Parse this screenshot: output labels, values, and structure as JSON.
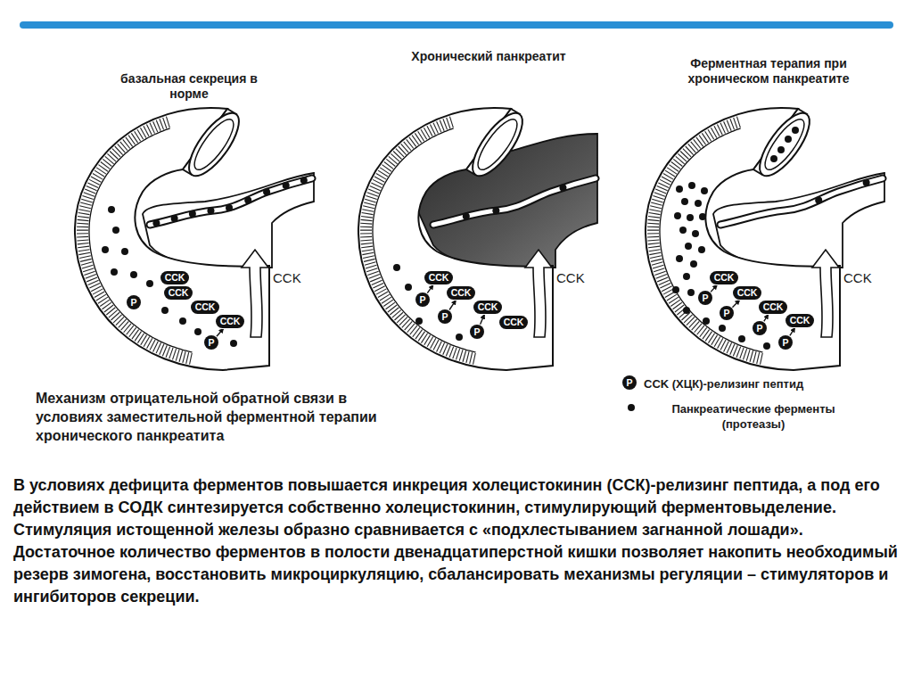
{
  "diagram": {
    "caption": "Механизм отрицательной обратной связи в условиях заместительной ферментной терапии хронического панкреатита",
    "nodes": [
      {
        "text": [
          "CCK"
        ]
      },
      {
        "text": [
          "CCK"
        ]
      },
      {
        "text": [
          "P"
        ]
      },
      {
        "text": [
          "CCK"
        ]
      },
      {
        "text": [
          "CCK"
        ]
      },
      {
        "text": [
          "P"
        ]
      },
      {
        "text": [
          "CCK"
        ]
      },
      {
        "text": [
          "CCK"
        ]
      },
      {
        "text": [
          "P"
        ]
      },
      {
        "text": [
          "CCK"
        ]
      },
      {
        "text": [
          "P"
        ]
      },
      {
        "text": [
          "CCK"
        ]
      },
      {
        "text": [
          "P"
        ]
      },
      {
        "text": [
          "CCK"
        ]
      },
      {
        "text": [
          "CCK"
        ]
      },
      {
        "text": [
          "P"
        ]
      },
      {
        "text": [
          "CCK"
        ]
      },
      {
        "text": [
          "P"
        ]
      },
      {
        "text": [
          "CCK"
        ]
      },
      {
        "text": [
          "P"
        ]
      },
      {
        "text": [
          "P"
        ]
      }
    ],
    "edges": [
      {
        "from": 5,
        "to": 4,
        "arrow": "to"
      },
      {
        "from": 8,
        "to": 6,
        "arrow": "to"
      },
      {
        "from": 10,
        "to": 7,
        "arrow": "to"
      },
      {
        "from": 12,
        "to": 9,
        "arrow": "to"
      },
      {
        "from": 15,
        "to": 13,
        "arrow": "to"
      },
      {
        "from": 17,
        "to": 14,
        "arrow": "to"
      },
      {
        "from": 19,
        "to": 16,
        "arrow": "to"
      },
      {
        "from": 20,
        "to": 18,
        "arrow": "to"
      }
    ],
    "labels": [
      "базальная секреция в норме",
      "Хронический панкреатит",
      "Ферментная терапия при хроническом панкреатите",
      "CCK",
      "CCK",
      "CCK",
      "P",
      "В условиях дефицита ферментов повышается инкреция холецистокинин (ССК)-релизинг пептида, а под его действием в СОДК синтезируется собственно холецистокинин, стимулирующий ферментовыделение.",
      "Стимуляция истощенной железы образно сравнивается с «подхлестыванием загнанной лошади».",
      "Достаточное количество ферментов в полости двенадцатиперстной кишки позволяет накопить необходимый резерв зимогена, восстановить микроциркуляцию, сбалансировать механизмы регуляции – стимуляторов и ингибиторов секреции."
    ],
    "legend": [
      {
        "text": "CCK (ХЦК)-релизинг пептид"
      },
      {
        "text": "Панкреатические ферменты (протеазы)"
      }
    ]
  }
}
